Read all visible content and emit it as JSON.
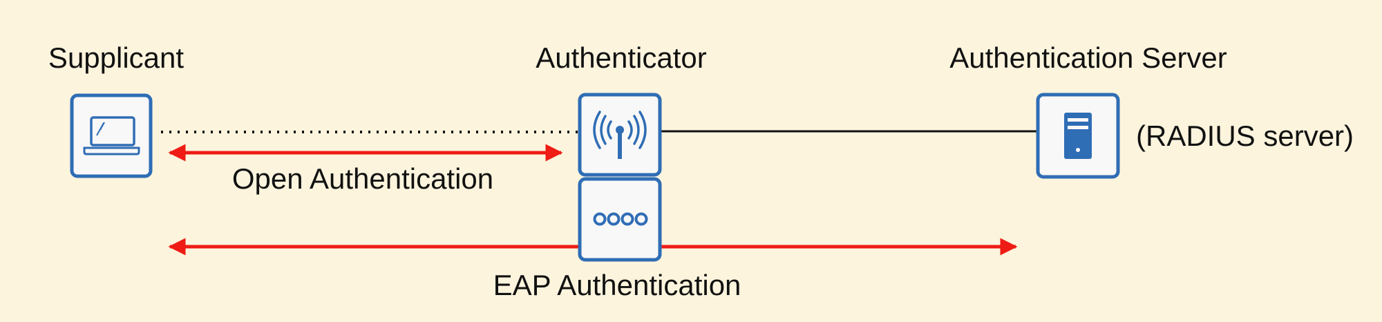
{
  "nodes": {
    "supplicant": {
      "label": "Supplicant",
      "icon": "laptop-icon"
    },
    "authenticator": {
      "label": "Authenticator",
      "icon": "wireless-access-point-icon",
      "icon2": "switch-icon"
    },
    "server": {
      "label": "Authentication Server",
      "note": "(RADIUS server)",
      "icon": "server-icon"
    }
  },
  "arrows": {
    "open": "Open Authentication",
    "eap": "EAP Authentication"
  },
  "colors": {
    "background": "#fcf4dd",
    "device": "#2f6db5",
    "arrow": "#ee1c14",
    "line": "#111111"
  }
}
